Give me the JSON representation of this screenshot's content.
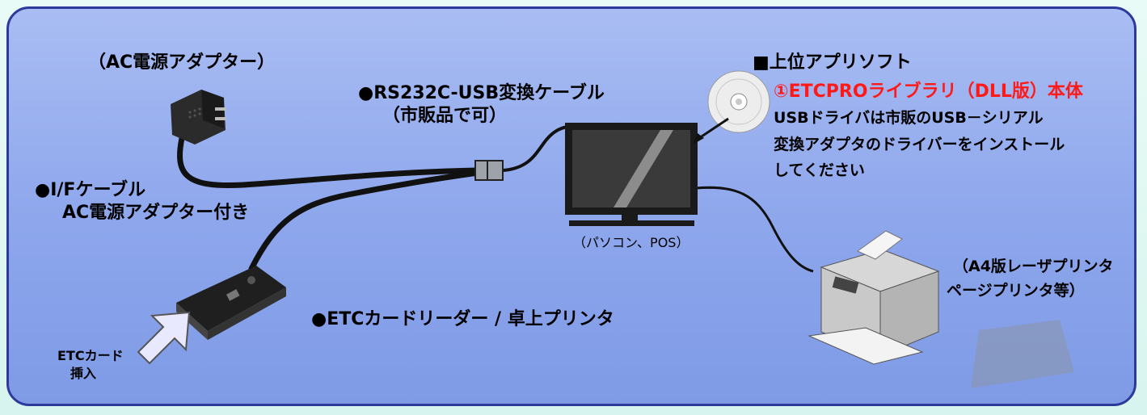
{
  "labels": {
    "ac_adapter": "（AC電源アダプター）",
    "rs232_line1": "●RS232C-USB変換ケーブル",
    "rs232_line2": "（市販品で可）",
    "if_cable_line1": "●I/Fケーブル",
    "if_cable_line2": "AC電源アダプター付き",
    "pc": "（パソコン、POS）",
    "app_header": "■上位アプリソフト",
    "library": "①ETCPROライブラリ（DLL版）本体",
    "usb_note_line1": "USBドライバは市販のUSB－シリアル",
    "usb_note_line2": "変換アダプタのドライバーをインストール",
    "usb_note_line3": "してください",
    "reader": "●ETCカードリーダー / 卓上プリンタ",
    "printer_line1": "（A4版レーザプリンタ",
    "printer_line2": "ページプリンタ等）",
    "card_line1": "ETCカード",
    "card_line2": "挿入"
  },
  "icons": [
    "power-adapter-icon",
    "usb-connector-icon",
    "monitor-icon",
    "cd-disc-icon",
    "card-reader-icon",
    "insert-arrow-icon",
    "laser-printer-icon"
  ],
  "colors": {
    "panel_border": "#2c3a9c",
    "panel_fill": "#8da6ec",
    "library_text": "#ff1a1a",
    "cable": "#111111"
  }
}
